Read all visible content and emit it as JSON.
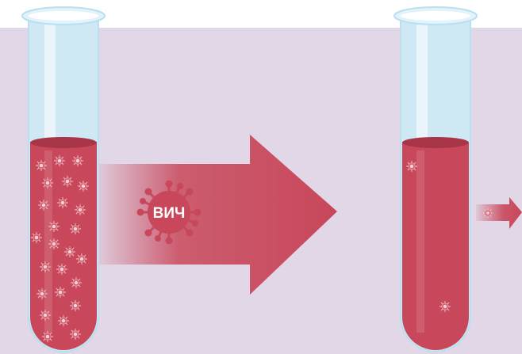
{
  "illustration": {
    "virus_label": "ВИЧ",
    "colors": {
      "background_band": "#e2d7e7",
      "blood": "#c8475a",
      "blood_dark": "#a83447",
      "glass": "#cfe9f4",
      "glass_rim": "#b9dff0",
      "arrow": "#c8475a",
      "virus_body": "#c8475a",
      "virus_text": "#ffffff"
    },
    "left_tube": {
      "virus_count": 25
    },
    "right_tube": {
      "virus_count": 2
    }
  }
}
